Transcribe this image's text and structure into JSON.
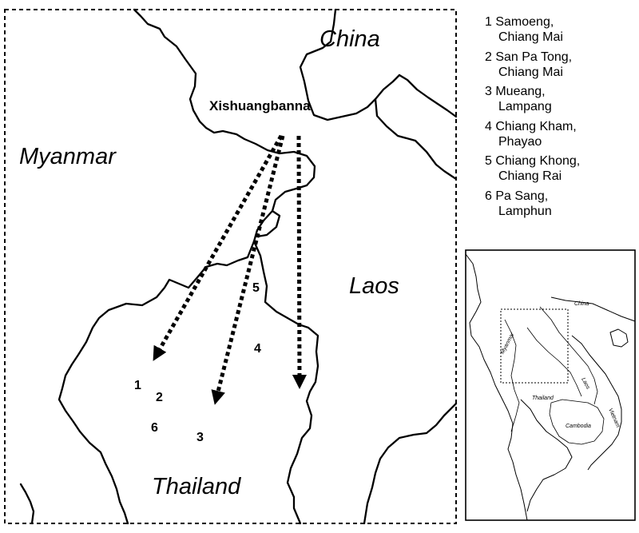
{
  "main_map": {
    "countries": {
      "china": "China",
      "myanmar": "Myanmar",
      "laos": "Laos",
      "thailand": "Thailand"
    },
    "origin": "Xishuangbanna",
    "sites": [
      {
        "num": "1"
      },
      {
        "num": "2"
      },
      {
        "num": "3"
      },
      {
        "num": "4"
      },
      {
        "num": "5"
      },
      {
        "num": "6"
      }
    ]
  },
  "legend": [
    {
      "line1": "1 Samoeng,",
      "line2": "Chiang Mai"
    },
    {
      "line1": "2 San Pa Tong,",
      "line2": "Chiang Mai"
    },
    {
      "line1": "3 Mueang,",
      "line2": "Lampang"
    },
    {
      "line1": "4 Chiang Kham,",
      "line2": "Phayao"
    },
    {
      "line1": "5 Chiang Khong,",
      "line2": "Chiang Rai"
    },
    {
      "line1": "6 Pa Sang,",
      "line2": "Lamphun"
    }
  ],
  "inset": {
    "labels": {
      "china": "China",
      "myanmar": "Myanmar",
      "laos": "Laos",
      "vietnam": "Vietnam",
      "thailand": "Thailand",
      "cambodia": "Cambodia"
    }
  },
  "colors": {
    "line": "#000000",
    "background": "#ffffff"
  }
}
